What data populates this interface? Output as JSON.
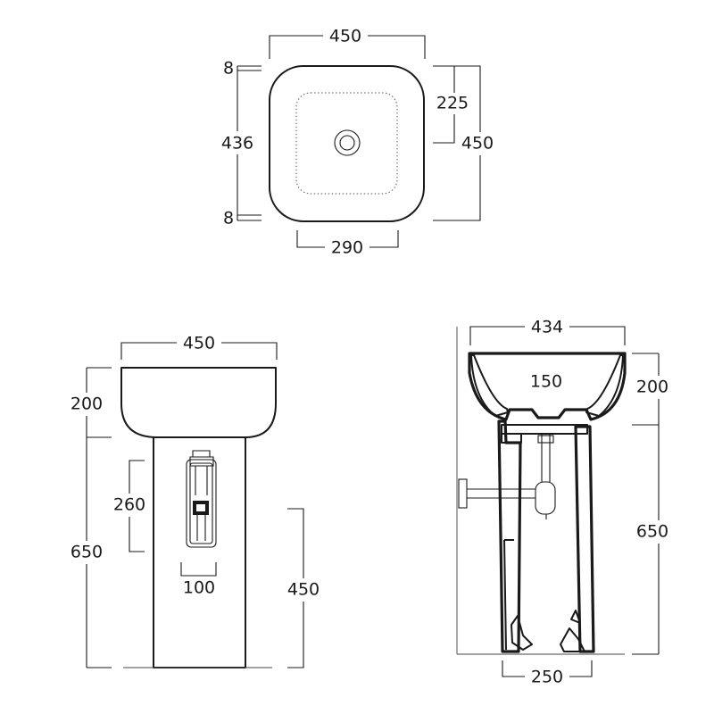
{
  "plan_view": {
    "width_top": "450",
    "top_margin": "8",
    "inner_height": "436",
    "bottom_margin": "8",
    "half_depth": "225",
    "depth": "450",
    "bowl_width": "290"
  },
  "front_view": {
    "basin_width": "450",
    "basin_height": "200",
    "pedestal_height": "650",
    "cutout_height": "260",
    "cutout_width": "100",
    "waste_height": "450"
  },
  "side_view": {
    "width_top": "434",
    "bowl_depth": "150",
    "basin_height": "200",
    "pedestal_height": "650",
    "base_width": "250"
  }
}
